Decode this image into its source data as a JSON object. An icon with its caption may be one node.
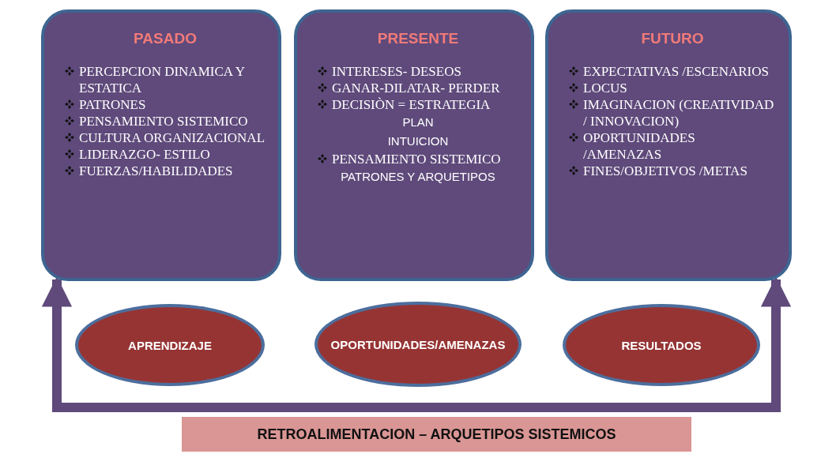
{
  "diagram": {
    "nodes": [
      {
        "text": [
          "PASADO",
          "PERCEPCION DINAMICA Y ESTATICA",
          "PATRONES",
          "PENSAMIENTO SISTEMICO",
          "CULTURA ORGANIZACIONAL",
          "LIDERAZGO- ESTILO",
          "FUERZAS/HABILIDADES"
        ]
      },
      {
        "text": [
          "PRESENTE",
          "INTERESES- DESEOS",
          "GANAR-DILATAR- PERDER",
          "DECISIÒN = ESTRATEGIA",
          "PLAN",
          "INTUICION",
          "PENSAMIENTO SISTEMICO",
          "PATRONES Y ARQUETIPOS"
        ]
      },
      {
        "text": [
          "FUTURO",
          "EXPECTATIVAS /ESCENARIOS",
          "LOCUS",
          "IMAGINACION (CREATIVIDAD / INNOVACION)",
          "OPORTUNIDADES /AMENAZAS",
          "FINES/OBJETIVOS /METAS"
        ]
      },
      {
        "text": [
          "APRENDIZAJE"
        ]
      },
      {
        "text": [
          "OPORTUNIDADES/AMENAZAS"
        ]
      },
      {
        "text": [
          "RESULTADOS"
        ]
      },
      {
        "text": [
          "RETROALIMENTACION – ARQUETIPOS SISTEMICOS"
        ]
      }
    ],
    "edges": [
      {
        "from": 0,
        "to": 2,
        "arrow": "both"
      }
    ]
  }
}
